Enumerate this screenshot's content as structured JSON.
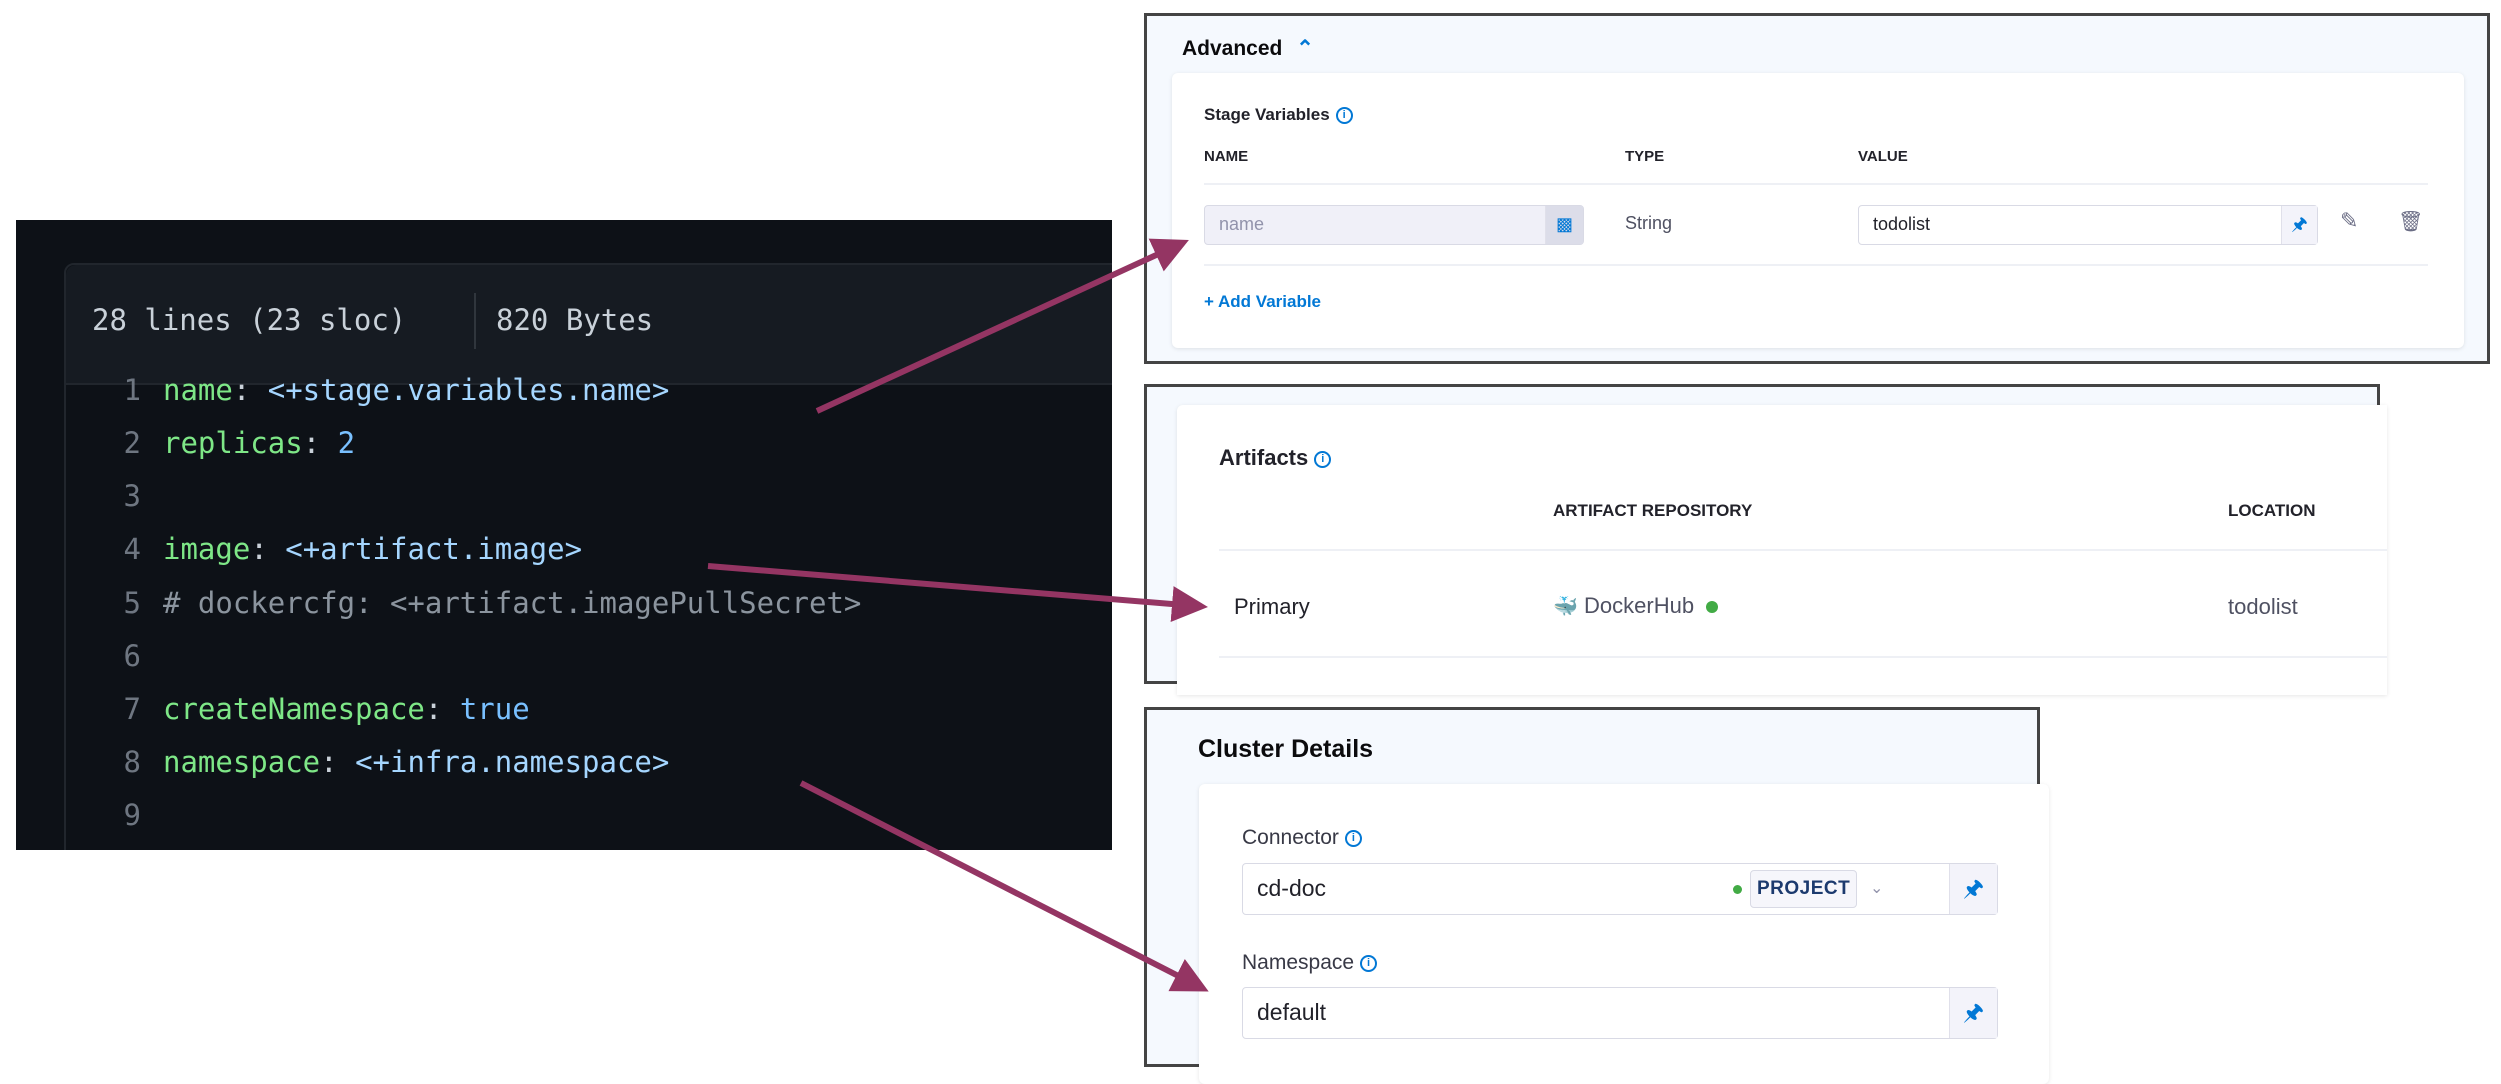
{
  "code_view": {
    "lines_info": "28 lines (23 sloc)",
    "size_info": "820 Bytes",
    "lines": [
      {
        "num": "1",
        "key": "name",
        "value": "<+stage.variables.name>",
        "kind": "expr"
      },
      {
        "num": "2",
        "key": "replicas",
        "value": "2",
        "kind": "number"
      },
      {
        "num": "3",
        "key": "",
        "value": "",
        "kind": "blank"
      },
      {
        "num": "4",
        "key": "image",
        "value": "<+artifact.image>",
        "kind": "expr"
      },
      {
        "num": "5",
        "key": "",
        "value": "# dockercfg: <+artifact.imagePullSecret>",
        "kind": "comment"
      },
      {
        "num": "6",
        "key": "",
        "value": "",
        "kind": "blank"
      },
      {
        "num": "7",
        "key": "createNamespace",
        "value": "true",
        "kind": "number"
      },
      {
        "num": "8",
        "key": "namespace",
        "value": "<+infra.namespace>",
        "kind": "expr"
      },
      {
        "num": "9",
        "key": "",
        "value": "",
        "kind": "blank"
      }
    ]
  },
  "advanced": {
    "title": "Advanced",
    "section": "Stage Variables",
    "columns": [
      "NAME",
      "TYPE",
      "VALUE"
    ],
    "row": {
      "name_placeholder": "name",
      "type": "String",
      "value": "todolist"
    },
    "add_label": "+ Add Variable"
  },
  "artifacts": {
    "title": "Artifacts",
    "columns": [
      "ARTIFACT REPOSITORY",
      "LOCATION"
    ],
    "row": {
      "type": "Primary",
      "repository": "DockerHub",
      "location": "todolist",
      "status_color": "#42ab45"
    }
  },
  "cluster": {
    "title": "Cluster Details",
    "connector_label": "Connector",
    "connector_value": "cd-doc",
    "scope_badge": "PROJECT",
    "namespace_label": "Namespace",
    "namespace_value": "default"
  },
  "colors": {
    "arrow": "#943563",
    "accent": "#0278d5"
  }
}
